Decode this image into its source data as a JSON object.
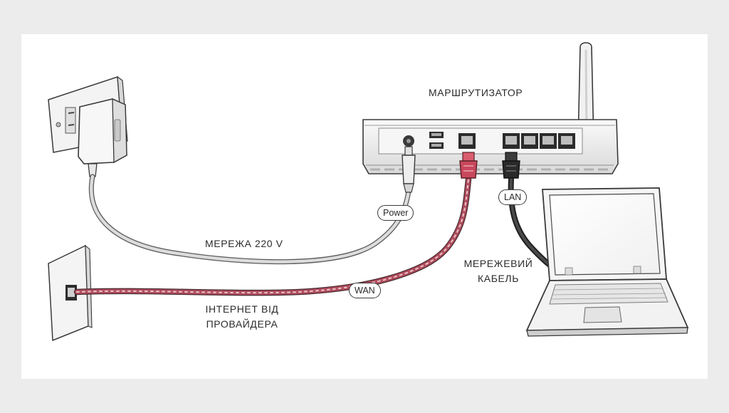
{
  "diagram": {
    "labels": {
      "router": "МАРШРУТИЗАТОР",
      "mains": "МЕРЕЖА 220 V",
      "internet_line1": "ІНТЕРНЕТ ВІД",
      "internet_line2": "ПРОВАЙДЕРА",
      "network_cable_line1": "МЕРЕЖЕВИЙ",
      "network_cable_line2": "КАБЕЛЬ"
    },
    "tags": {
      "power": "Power",
      "wan": "WAN",
      "lan": "LAN"
    },
    "colors": {
      "wan_cable": "#b04d5d",
      "wan_plug": "#c8485c",
      "lan_cable": "#2f2f2f",
      "power_cable": "#d9d9d9",
      "outline": "#3a3a3a",
      "frame_background": "#ececec"
    },
    "icons": [
      "power-adapter-icon",
      "wall-outlet-icon",
      "phone-jack-icon",
      "router-icon",
      "antenna-icon",
      "laptop-icon"
    ]
  }
}
